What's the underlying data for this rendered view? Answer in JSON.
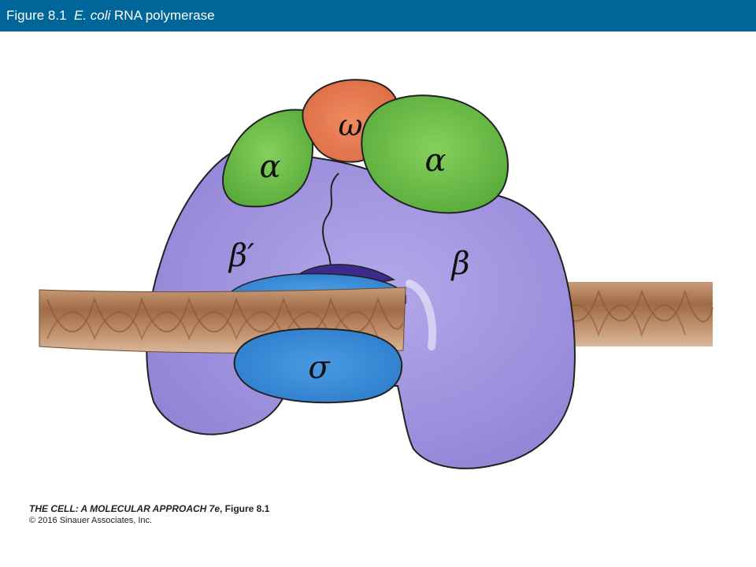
{
  "header": {
    "title_prefix": "Figure 8.1",
    "title_italic": "E. coli",
    "title_suffix": "RNA polymerase",
    "background": "#006699"
  },
  "diagram": {
    "labels": {
      "omega": "ω",
      "alpha_left": "α",
      "alpha_right": "α",
      "beta_prime": "β′",
      "beta": "β",
      "sigma": "σ"
    },
    "colors": {
      "core": "#9b8fdc",
      "alpha": "#6fbf4a",
      "omega": "#e4784f",
      "sigma": "#2f86d6",
      "dna": "#b07c56",
      "channel": "#3d2a8c"
    }
  },
  "credit": {
    "book": "THE CELL: A MOLECULAR APPROACH 7e",
    "figure": ", Figure 8.1",
    "copyright": "© 2016 Sinauer Associates, Inc."
  }
}
